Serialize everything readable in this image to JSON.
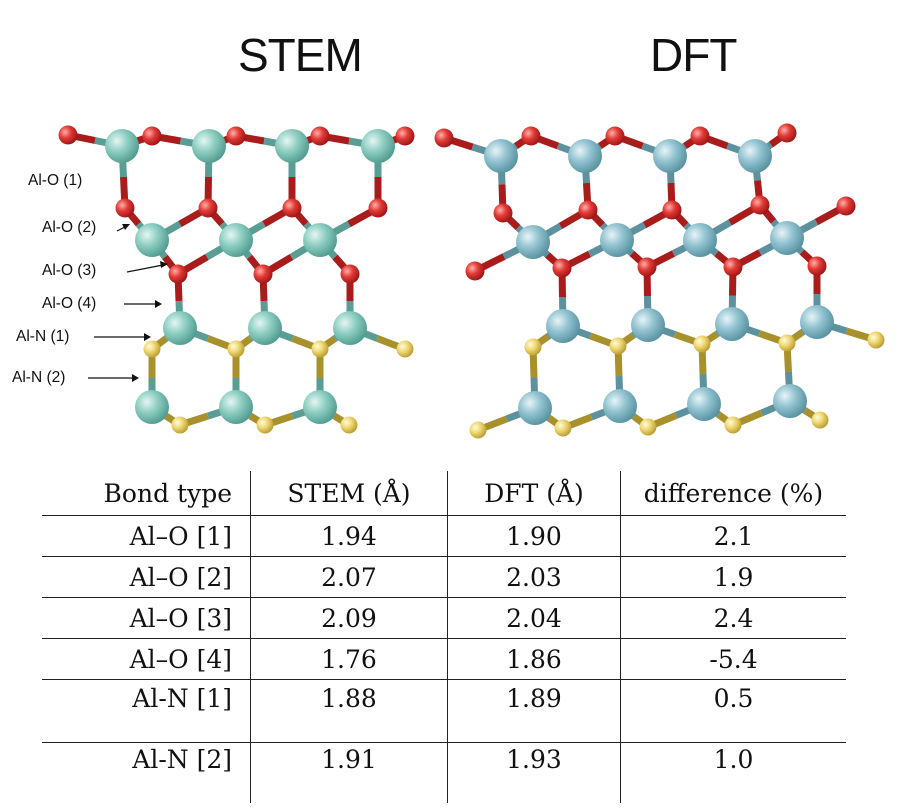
{
  "panels": {
    "stem_title": "STEM",
    "dft_title": "DFT"
  },
  "bond_labels": [
    "Al-O (1)",
    "Al-O (2)",
    "Al-O (3)",
    "Al-O (4)",
    "Al-N (1)",
    "Al-N (2)"
  ],
  "colors": {
    "aluminum": "#88c8bc",
    "aluminum_dft": "#8fbfcc",
    "oxygen": "#e03c3c",
    "nitrogen": "#e8d070",
    "bond": "#5a8a8a"
  },
  "table": {
    "headers": [
      "Bond type",
      "STEM (Å)",
      "DFT (Å)",
      "difference (%)"
    ],
    "rows": [
      [
        "Al–O [1]",
        "1.94",
        "1.90",
        "2.1"
      ],
      [
        "Al–O [2]",
        "2.07",
        "2.03",
        "1.9"
      ],
      [
        "Al–O [3]",
        "2.09",
        "2.04",
        "2.4"
      ],
      [
        "Al–O [4]",
        "1.76",
        "1.86",
        "-5.4"
      ],
      [
        "Al-N [1]",
        "1.88",
        "1.89",
        "0.5"
      ],
      [
        "Al-N [2]",
        "1.91",
        "1.93",
        "1.0"
      ]
    ]
  }
}
